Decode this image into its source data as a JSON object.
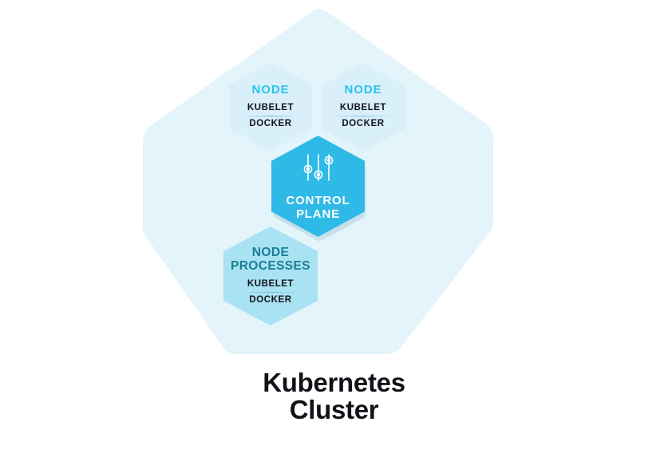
{
  "diagram": {
    "caption": {
      "line1": "Kubernetes",
      "line2": "Cluster"
    },
    "background_shape": {
      "name": "cluster-boundary",
      "color": "#e4f4fb"
    },
    "colors": {
      "node_fill": "#d9effa",
      "node_processes_fill": "#a9e2f2",
      "control_plane_fill": "#2fb9e6",
      "node_title_text": "#29c3ec",
      "node_processes_title_text": "#1a7f96",
      "service_text": "#13141a",
      "control_plane_text": "#ffffff",
      "caption_text": "#111217",
      "page_background": "#ffffff"
    },
    "nodes": [
      {
        "id": "node-1",
        "title": "NODE",
        "services": [
          "KUBELET",
          "DOCKER"
        ]
      },
      {
        "id": "node-2",
        "title": "NODE",
        "services": [
          "KUBELET",
          "DOCKER"
        ]
      },
      {
        "id": "node-processes",
        "title_line1": "NODE",
        "title_line2": "PROCESSES",
        "services": [
          "KUBELET",
          "DOCKER"
        ]
      }
    ],
    "control_plane": {
      "id": "control-plane",
      "title_line1": "CONTROL",
      "title_line2": "PLANE",
      "icon": "sliders-icon"
    }
  }
}
